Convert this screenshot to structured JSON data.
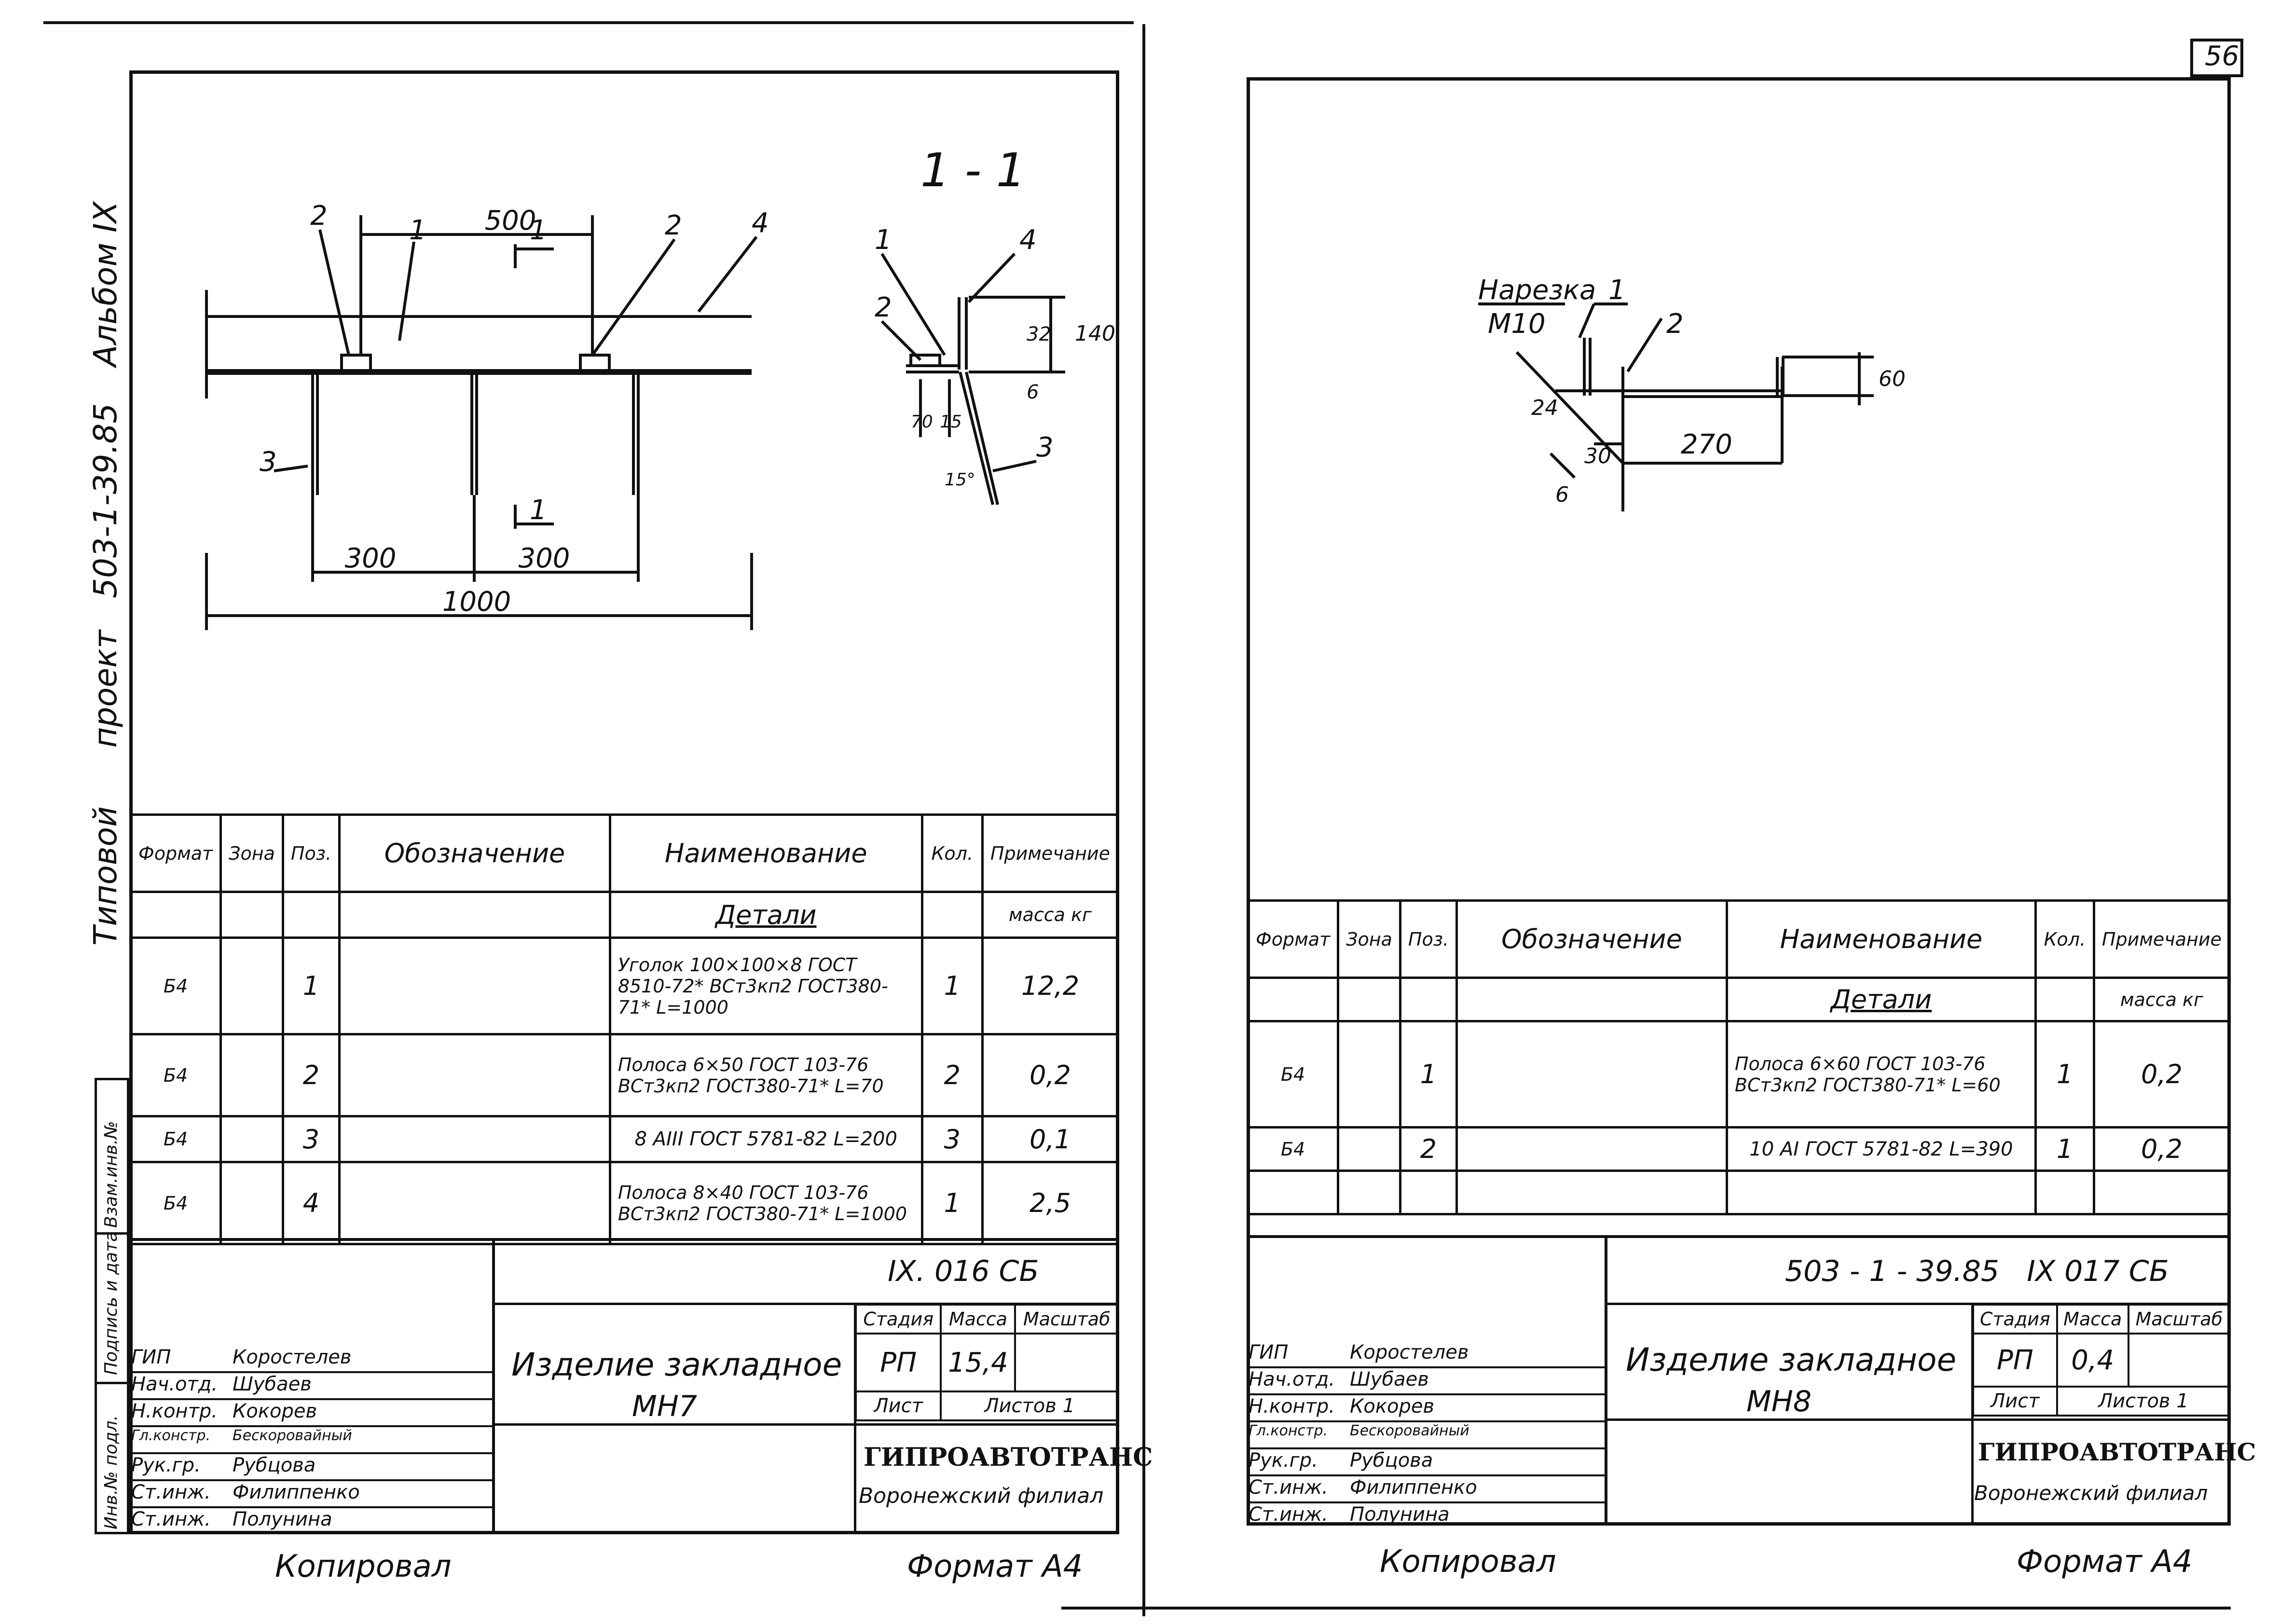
{
  "left_sheet": {
    "side_text": [
      "Типовой",
      "проект",
      "503-1-39.85",
      "Альбом IX"
    ],
    "side_stamps": [
      "Инв.№ подл.",
      "Подпись и дата",
      "Взам.инв.№"
    ],
    "drawing": {
      "section_label": "1 - 1",
      "dims": [
        "500",
        "300",
        "300",
        "1000",
        "140",
        "32",
        "6",
        "70",
        "15",
        "15°"
      ],
      "callouts": [
        "1",
        "2",
        "3",
        "4"
      ]
    },
    "spec": {
      "headers": [
        "Формат",
        "Зона",
        "Поз.",
        "Обозначение",
        "Наименование",
        "Кол.",
        "Примечание"
      ],
      "section": "Детали",
      "note_unit": "масса кг",
      "rows": [
        {
          "fmt": "Б4",
          "pos": "1",
          "name": "Уголок 100×100×8 ГОСТ 8510-72* ВСт3кп2 ГОСТ380-71* L=1000",
          "qty": "1",
          "note": "12,2"
        },
        {
          "fmt": "Б4",
          "pos": "2",
          "name": "Полоса 6×50 ГОСТ 103-76 ВСт3кп2 ГОСТ380-71* L=70",
          "qty": "2",
          "note": "0,2"
        },
        {
          "fmt": "Б4",
          "pos": "3",
          "name": "8 АIII ГОСТ 5781-82 L=200",
          "qty": "3",
          "note": "0,1"
        },
        {
          "fmt": "Б4",
          "pos": "4",
          "name": "Полоса 8×40 ГОСТ 103-76 ВСт3кп2 ГОСТ380-71* L=1000",
          "qty": "1",
          "note": "2,5"
        }
      ]
    },
    "title_block": {
      "doc_code": "IX. 016 СБ",
      "item_title": "Изделие закладное",
      "item_code": "МН7",
      "stage_label": "Стадия",
      "mass_label": "Масса",
      "scale_label": "Масштаб",
      "stage": "РП",
      "mass": "15,4",
      "sheet_label": "Лист",
      "sheets_label": "Листов 1",
      "org": "ГИПРОАВТОТРАНС",
      "branch": "Воронежский филиал",
      "people": [
        {
          "role": "ГИП",
          "name": "Коростелев"
        },
        {
          "role": "Нач.отд.",
          "name": "Шубаев"
        },
        {
          "role": "Н.контр.",
          "name": "Кокорев"
        },
        {
          "role": "Гл.констр.",
          "name": "Бескоровайный"
        },
        {
          "role": "Рук.гр.",
          "name": "Рубцова"
        },
        {
          "role": "Ст.инж.",
          "name": "Филиппенко"
        },
        {
          "role": "Ст.инж.",
          "name": "Полунина"
        }
      ]
    },
    "footer_left": "Копировал",
    "footer_right": "Формат А4"
  },
  "right_sheet": {
    "page_number": "56",
    "drawing": {
      "label_top": "Нарезка",
      "label_bottom": "М10",
      "dims": [
        "60",
        "270",
        "24",
        "30",
        "6"
      ],
      "callouts": [
        "1",
        "2"
      ]
    },
    "spec": {
      "headers": [
        "Формат",
        "Зона",
        "Поз.",
        "Обозначение",
        "Наименование",
        "Кол.",
        "Примечание"
      ],
      "section": "Детали",
      "note_unit": "масса кг",
      "rows": [
        {
          "fmt": "Б4",
          "pos": "1",
          "name": "Полоса 6×60 ГОСТ 103-76 ВСт3кп2 ГОСТ380-71* L=60",
          "qty": "1",
          "note": "0,2"
        },
        {
          "fmt": "Б4",
          "pos": "2",
          "name": "10 АI ГОСТ 5781-82 L=390",
          "qty": "1",
          "note": "0,2"
        }
      ]
    },
    "title_block": {
      "doc_code": "503 - 1 - 39.85   IX 017 СБ",
      "item_title": "Изделие закладное",
      "item_code": "МН8",
      "stage_label": "Стадия",
      "mass_label": "Масса",
      "scale_label": "Масштаб",
      "stage": "РП",
      "mass": "0,4",
      "sheet_label": "Лист",
      "sheets_label": "Листов 1",
      "org": "ГИПРОАВТОТРАНС",
      "branch": "Воронежский филиал",
      "people": [
        {
          "role": "ГИП",
          "name": "Коростелев"
        },
        {
          "role": "Нач.отд.",
          "name": "Шубаев"
        },
        {
          "role": "Н.контр.",
          "name": "Кокорев"
        },
        {
          "role": "Гл.констр.",
          "name": "Бескоровайный"
        },
        {
          "role": "Рук.гр.",
          "name": "Рубцова"
        },
        {
          "role": "Ст.инж.",
          "name": "Филиппенко"
        },
        {
          "role": "Ст.инж.",
          "name": "Полунина"
        }
      ]
    },
    "footer_left": "Копировал",
    "footer_right": "Формат А4"
  }
}
